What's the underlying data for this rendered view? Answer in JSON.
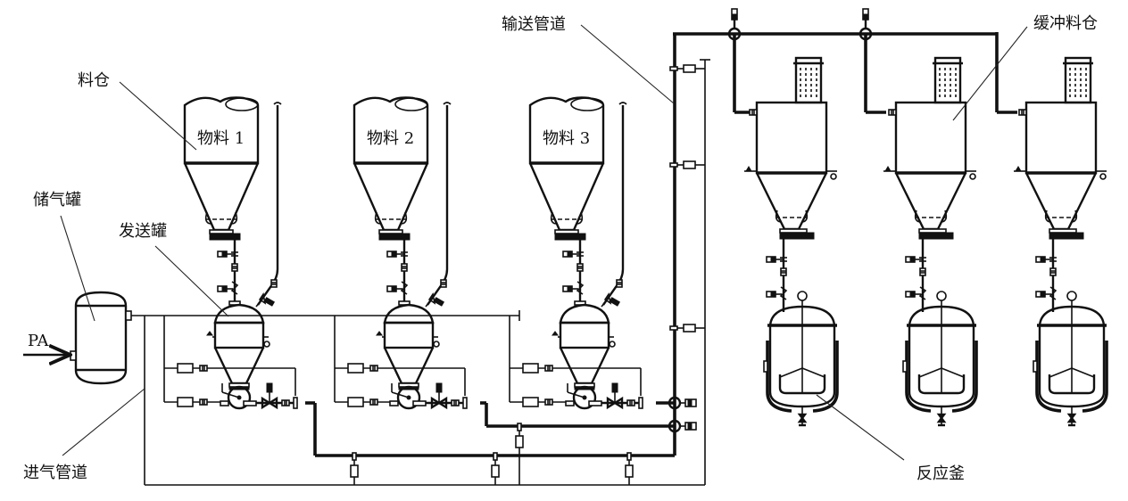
{
  "diagram": {
    "title": "Pneumatic conveying and batching system",
    "labels": {
      "silo": "料仓",
      "gas_tank": "储气罐",
      "transmitter": "发送罐",
      "intake_pipe": "进气管道",
      "conveying_pipe": "输送管道",
      "buffer_bin": "缓冲料仓",
      "reactor": "反应釜",
      "air_source": "PA"
    },
    "materials": [
      {
        "label": "物料 1"
      },
      {
        "label": "物料 2"
      },
      {
        "label": "物料 3"
      }
    ],
    "buffer_units": 3,
    "reactor_units": 3,
    "colors": {
      "line": "#111111",
      "background": "#ffffff"
    }
  }
}
